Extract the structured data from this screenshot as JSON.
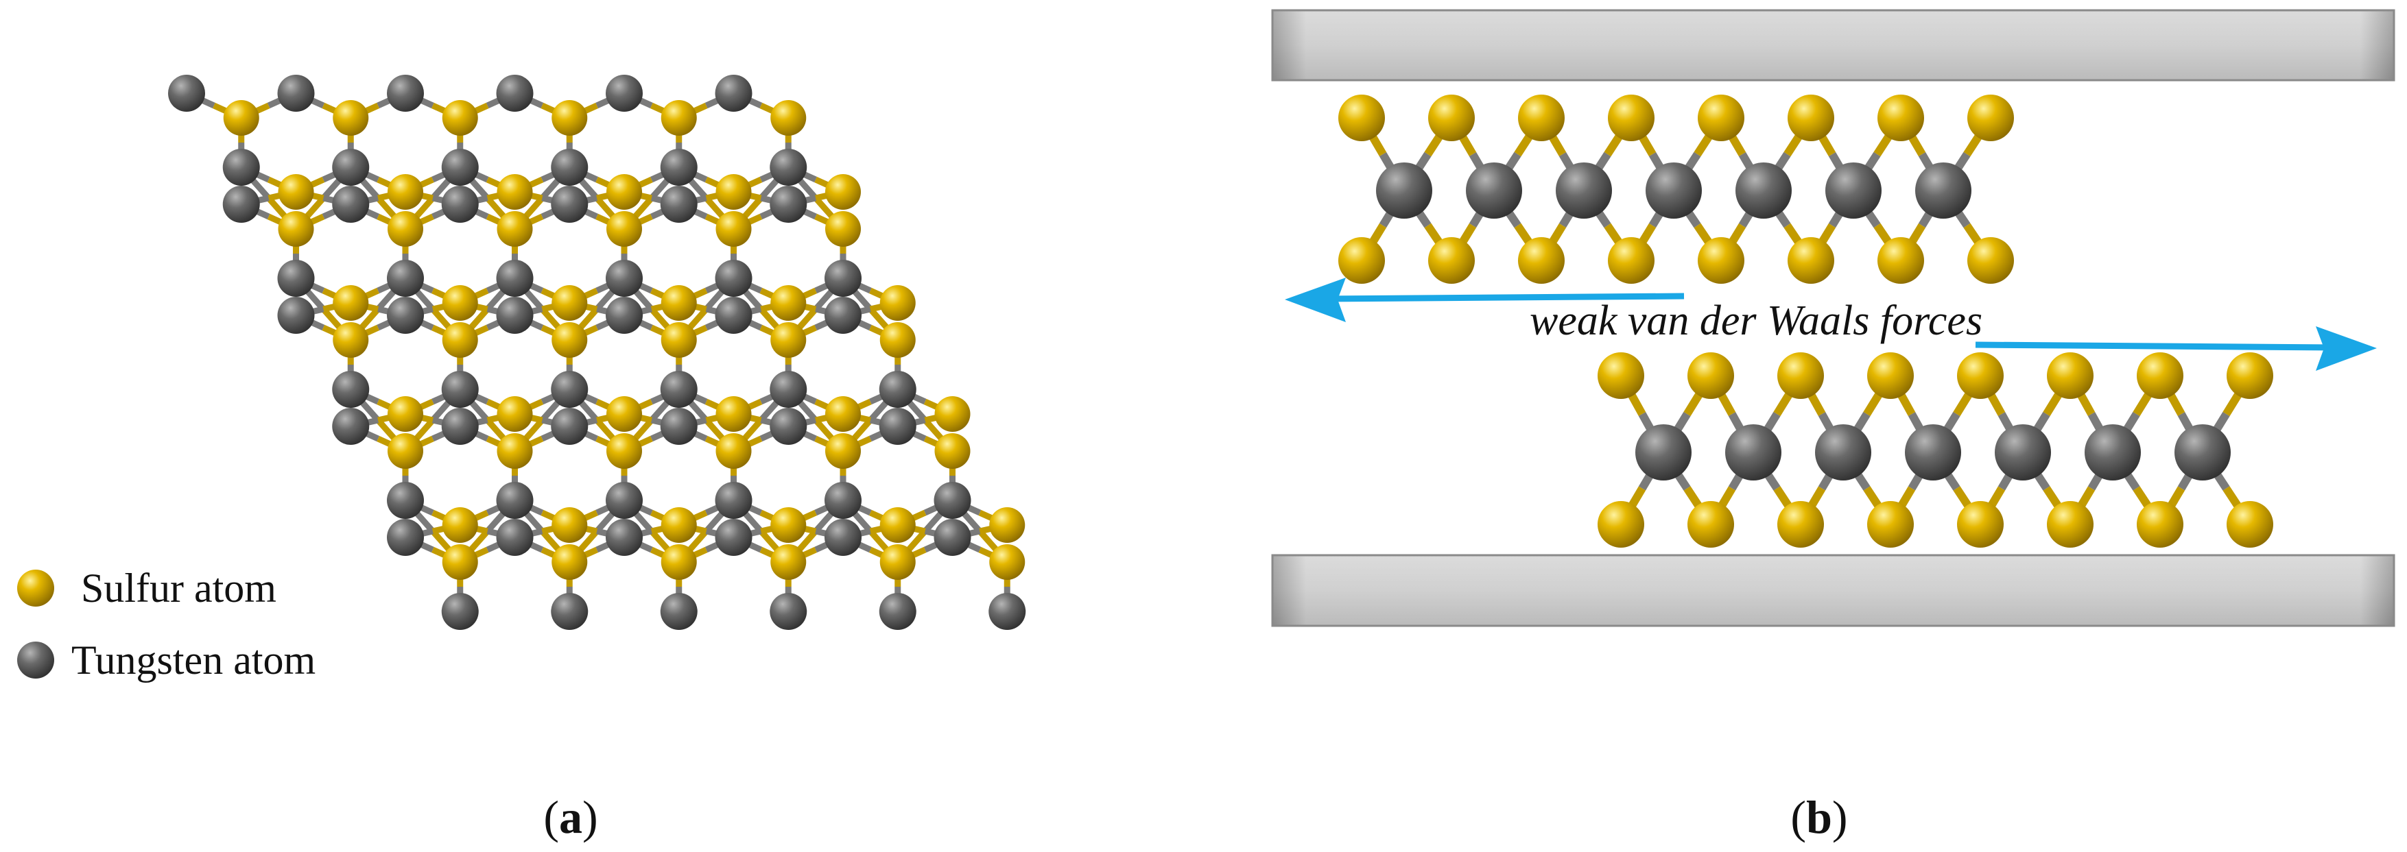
{
  "legend": {
    "sulfur_label": "Sulfur atom",
    "tungsten_label": "Tungsten atom"
  },
  "panel_b": {
    "force_label": "weak van der Waals forces"
  },
  "captions": {
    "a_open": "(",
    "a_letter": "a",
    "a_close": ")",
    "b_open": "(",
    "b_letter": "b",
    "b_close": ")"
  },
  "colors": {
    "sulfur": "#c9a000",
    "tungsten": "#5e5e5e",
    "arrow": "#1aa7e6",
    "plate": "#cfcfcf"
  },
  "icons": {
    "sulfur": "gold-sphere",
    "tungsten": "gray-sphere"
  }
}
